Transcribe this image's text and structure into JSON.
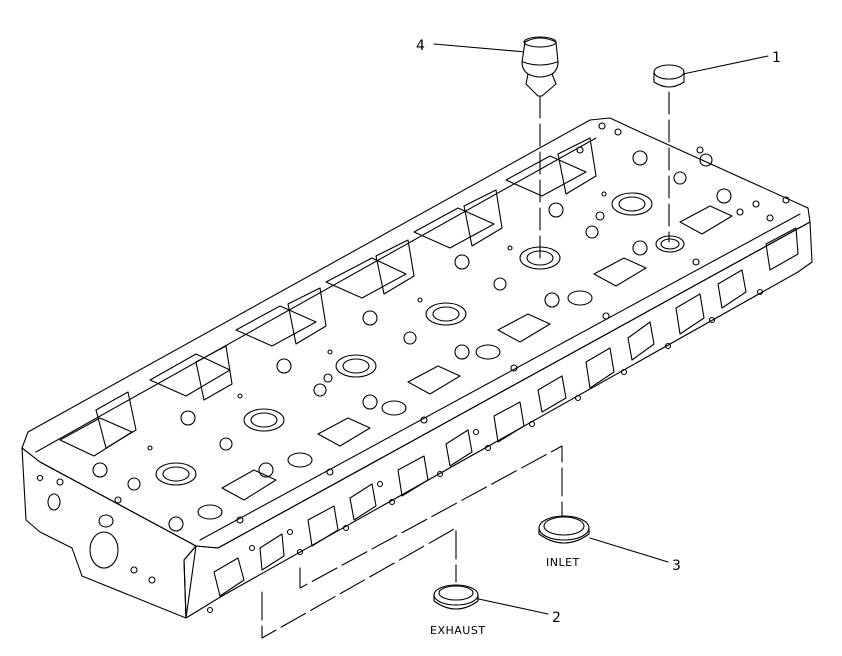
{
  "callouts": [
    {
      "number": "1"
    },
    {
      "number": "2",
      "text": "EXHAUST"
    },
    {
      "number": "3",
      "text": "INLET"
    },
    {
      "number": "4"
    }
  ],
  "colors": {
    "line": "#000000",
    "background": "#ffffff"
  }
}
